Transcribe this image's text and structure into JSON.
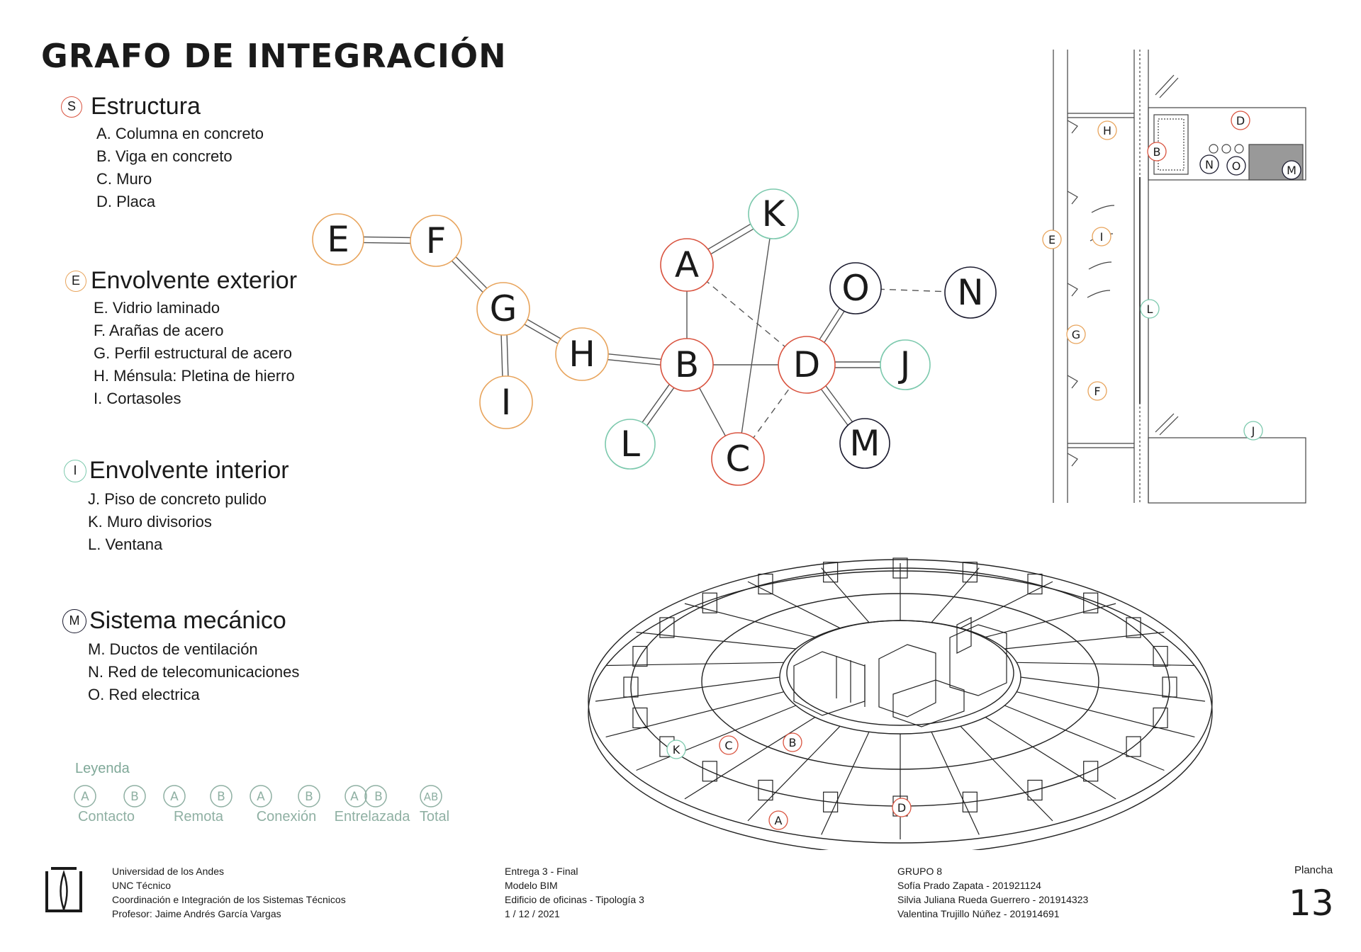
{
  "title": "GRAFO DE INTEGRACIÓN",
  "colors": {
    "structure": "#d9533f",
    "exterior": "#e8a45c",
    "interior": "#7cc9ad",
    "mechanical": "#1a1a2e",
    "legend": "#8fb0a3",
    "line": "#555555"
  },
  "categories": [
    {
      "code": "S",
      "title": "Estructura",
      "items": [
        "A. Columna en concreto",
        "B. Viga en concreto",
        "C. Muro",
        "D. Placa"
      ]
    },
    {
      "code": "E",
      "title": "Envolvente exterior",
      "items": [
        "E. Vidrio laminado",
        "F. Arañas de acero",
        "G. Perfil estructural de acero",
        "H. Ménsula: Pletina de hierro",
        "I. Cortasoles"
      ]
    },
    {
      "code": "I",
      "title": "Envolvente interior",
      "items": [
        "J. Piso de concreto pulido",
        "K. Muro divisorios",
        "L.  Ventana"
      ]
    },
    {
      "code": "M",
      "title": "Sistema mecánico",
      "items": [
        "M. Ductos de ventilación",
        "N. Red de telecomunicaciones",
        "O.  Red electrica"
      ]
    }
  ],
  "legend": {
    "title": "Leyenda",
    "entries": [
      {
        "label": "Contacto",
        "a": "A",
        "b": "B"
      },
      {
        "label": "Remota",
        "a": "A",
        "b": "B"
      },
      {
        "label": "Conexión",
        "a": "A",
        "b": "B"
      },
      {
        "label": "Entrelazada",
        "a": "A",
        "b": "B"
      },
      {
        "label": "Total",
        "a": "AB"
      }
    ]
  },
  "graph": {
    "nodes": [
      {
        "id": "E",
        "group": "exterior"
      },
      {
        "id": "F",
        "group": "exterior"
      },
      {
        "id": "G",
        "group": "exterior"
      },
      {
        "id": "H",
        "group": "exterior"
      },
      {
        "id": "I",
        "group": "exterior"
      },
      {
        "id": "A",
        "group": "structure"
      },
      {
        "id": "B",
        "group": "structure"
      },
      {
        "id": "C",
        "group": "structure"
      },
      {
        "id": "D",
        "group": "structure"
      },
      {
        "id": "K",
        "group": "interior"
      },
      {
        "id": "J",
        "group": "interior"
      },
      {
        "id": "L",
        "group": "interior"
      },
      {
        "id": "O",
        "group": "mechanical"
      },
      {
        "id": "N",
        "group": "mechanical"
      },
      {
        "id": "M",
        "group": "mechanical"
      }
    ],
    "edges": [
      {
        "from": "E",
        "to": "F",
        "type": "conexion"
      },
      {
        "from": "F",
        "to": "G",
        "type": "conexion"
      },
      {
        "from": "G",
        "to": "H",
        "type": "conexion"
      },
      {
        "from": "G",
        "to": "I",
        "type": "conexion"
      },
      {
        "from": "H",
        "to": "B",
        "type": "conexion"
      },
      {
        "from": "A",
        "to": "K",
        "type": "conexion"
      },
      {
        "from": "A",
        "to": "B",
        "type": "contacto"
      },
      {
        "from": "A",
        "to": "D",
        "type": "remota"
      },
      {
        "from": "K",
        "to": "C",
        "type": "contacto"
      },
      {
        "from": "B",
        "to": "D",
        "type": "contacto"
      },
      {
        "from": "B",
        "to": "L",
        "type": "conexion"
      },
      {
        "from": "B",
        "to": "C",
        "type": "contacto"
      },
      {
        "from": "C",
        "to": "D",
        "type": "remota"
      },
      {
        "from": "D",
        "to": "O",
        "type": "conexion"
      },
      {
        "from": "D",
        "to": "J",
        "type": "conexion"
      },
      {
        "from": "D",
        "to": "M",
        "type": "conexion"
      },
      {
        "from": "O",
        "to": "N",
        "type": "remota"
      }
    ]
  },
  "section_labels": [
    {
      "id": "H",
      "group": "exterior"
    },
    {
      "id": "D",
      "group": "structure"
    },
    {
      "id": "B",
      "group": "structure"
    },
    {
      "id": "N",
      "group": "mechanical"
    },
    {
      "id": "O",
      "group": "mechanical"
    },
    {
      "id": "M",
      "group": "mechanical"
    },
    {
      "id": "E",
      "group": "exterior"
    },
    {
      "id": "I",
      "group": "exterior"
    },
    {
      "id": "L",
      "group": "interior"
    },
    {
      "id": "G",
      "group": "exterior"
    },
    {
      "id": "F",
      "group": "exterior"
    },
    {
      "id": "J",
      "group": "interior"
    }
  ],
  "iso_labels": [
    {
      "id": "K",
      "group": "interior"
    },
    {
      "id": "C",
      "group": "structure"
    },
    {
      "id": "B",
      "group": "structure"
    },
    {
      "id": "A",
      "group": "structure"
    },
    {
      "id": "D",
      "group": "structure"
    }
  ],
  "footer": {
    "institution": [
      "Universidad de los Andes",
      "UNC Técnico",
      "Coordinación e Integración de los Sistemas Técnicos",
      "Profesor: Jaime Andrés García Vargas"
    ],
    "delivery": [
      "Entrega 3 - Final",
      "Modelo BIM",
      "Edificio de oficinas - Tipología 3",
      "1  /  12  /  2021"
    ],
    "group": [
      "GRUPO 8",
      "Sofía Prado Zapata - 201921124",
      "Silvia Juliana Rueda Guerrero - 201914323",
      "Valentina Trujillo Núñez - 201914691"
    ],
    "plancha_label": "Plancha",
    "plancha_number": "13"
  }
}
